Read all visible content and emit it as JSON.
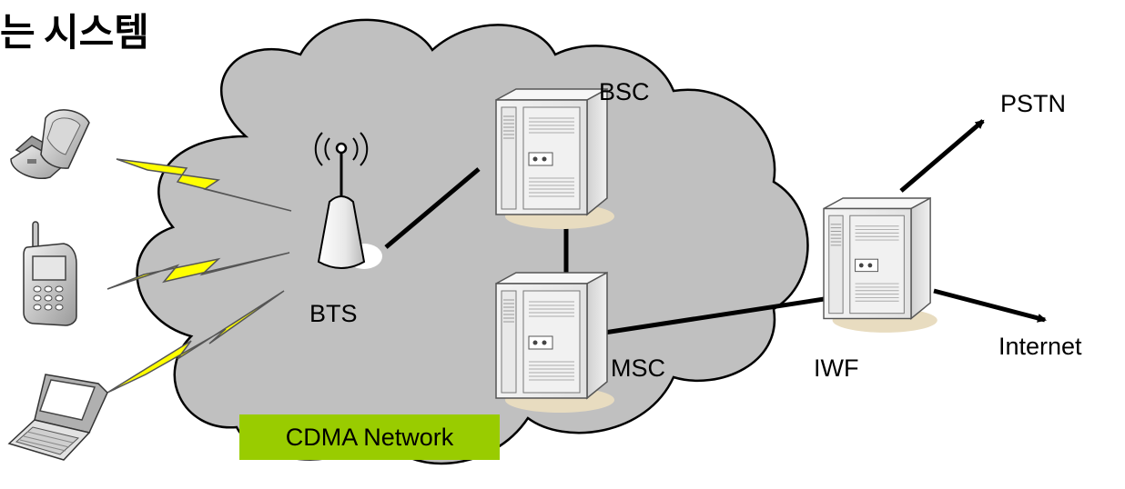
{
  "title": "시스템",
  "title_fragment": "는",
  "cloud_label": "CDMA Network",
  "nodes": {
    "bts": "BTS",
    "bsc": "BSC",
    "msc": "MSC",
    "iwf": "IWF"
  },
  "endpoints": {
    "pstn": "PSTN",
    "internet": "Internet"
  },
  "colors": {
    "cloud_fill": "#c0c0c0",
    "label_box": "#99cc00",
    "lightning": "#ffff00"
  },
  "icons": [
    "flip-phone-icon",
    "mobile-phone-icon",
    "laptop-icon",
    "antenna-icon",
    "server-icon"
  ]
}
